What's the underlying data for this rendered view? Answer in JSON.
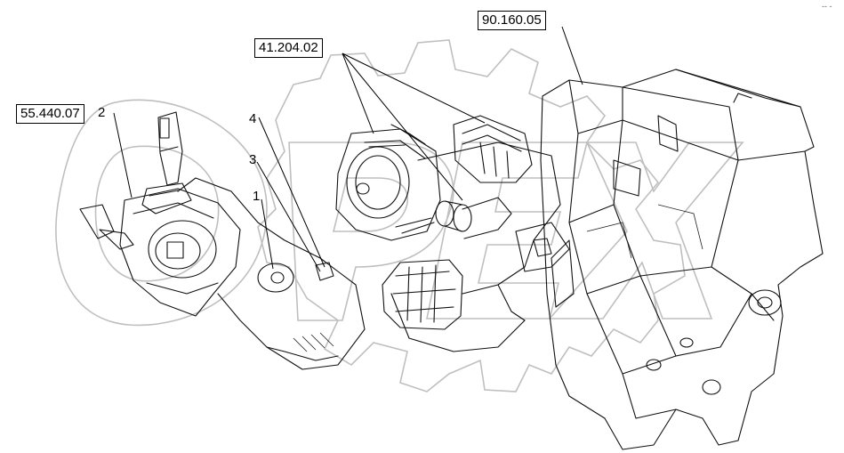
{
  "references": {
    "ref_90_160_05": "90.160.05",
    "ref_41_204_02": "41.204.02",
    "ref_55_440_07": "55.440.07"
  },
  "callouts": {
    "item_1": "1",
    "item_2": "2",
    "item_3": "3",
    "item_4": "4"
  },
  "watermark": {
    "text": "OPEX"
  },
  "corner_mark": "-- -"
}
